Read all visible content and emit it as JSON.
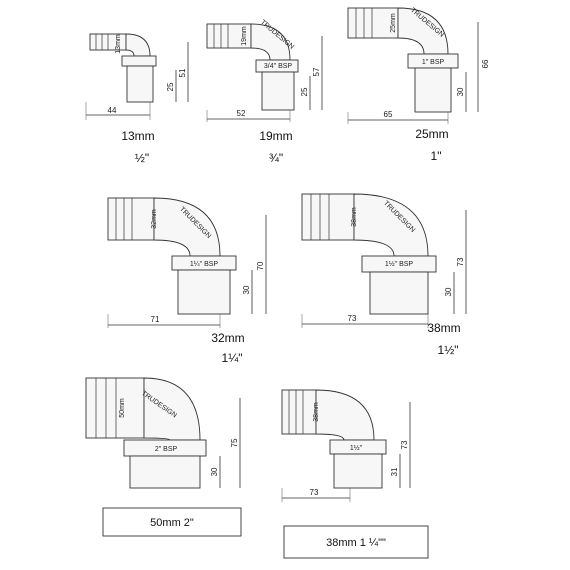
{
  "fittings": [
    {
      "size": "13mm",
      "inch": "½\"",
      "bore": "13mm",
      "dims": {
        "width": "44",
        "height": "51",
        "thread": "25"
      }
    },
    {
      "size": "19mm",
      "inch": "¾\"",
      "bore": "19mm",
      "thread_label": "3/4\" BSP",
      "brand": "TRUDESIGN",
      "dims": {
        "width": "52",
        "height": "57",
        "thread": "25"
      }
    },
    {
      "size": "25mm",
      "inch": "1\"",
      "bore": "25mm",
      "thread_label": "1\" BSP",
      "brand": "TRUDESIGN",
      "dims": {
        "width": "65",
        "height": "66",
        "thread": "30"
      }
    },
    {
      "size": "32mm",
      "inch": "1¼\"",
      "bore": "32mm",
      "thread_label": "1¼\" BSP",
      "brand": "TRUDESIGN",
      "dims": {
        "width": "71",
        "height": "70",
        "thread": "30"
      }
    },
    {
      "size": "38mm",
      "inch": "1½\"",
      "bore": "38mm",
      "thread_label": "1½\" BSP",
      "brand": "TRUDESIGN",
      "dims": {
        "width": "73",
        "height": "73",
        "thread": "30"
      }
    },
    {
      "bore": "50mm",
      "thread_label": "2\" BSP",
      "brand": "TRUDESIGN",
      "dims": {
        "height": "75",
        "thread": "30"
      },
      "box_label": "50mm 2\""
    },
    {
      "bore": "38mm",
      "thread_label": "1½\"",
      "dims": {
        "width": "73",
        "height": "73",
        "thread": "31"
      },
      "box_label": "38mm 1 ¼\"\""
    }
  ]
}
